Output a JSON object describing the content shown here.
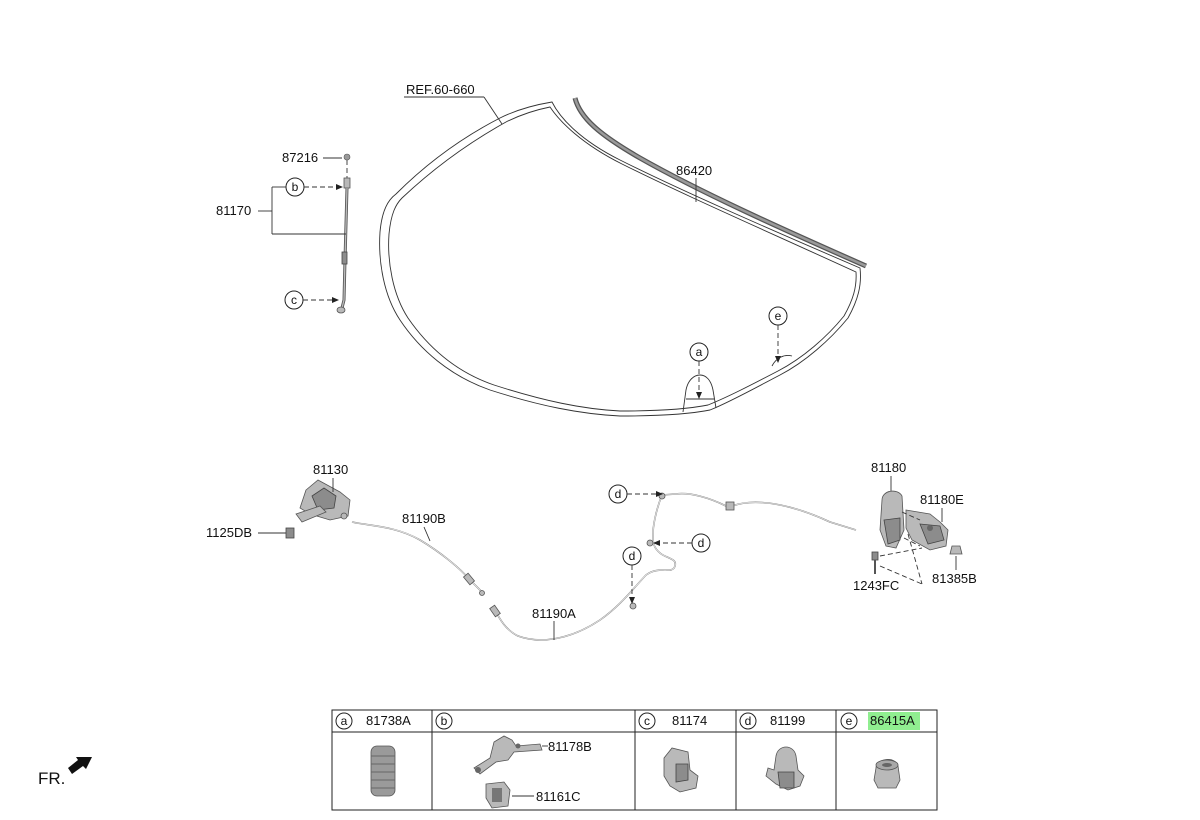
{
  "labels": {
    "ref": "REF.60-660",
    "hood_seal": "86420",
    "grommet_top": "87216",
    "stay_rod": "81170",
    "latch_release": "81130",
    "bolt_left": "1125DB",
    "cable_b": "81190B",
    "cable_a": "81190A",
    "latch_assy": "81180",
    "latch_e": "81180E",
    "bolt_right": "1243FC",
    "clip_right": "81385B",
    "front": "FR."
  },
  "callouts": {
    "a": "a",
    "b": "b",
    "c": "c",
    "d": "d",
    "e": "e"
  },
  "table": {
    "headers": [
      {
        "letter": "a",
        "part": "81738A"
      },
      {
        "letter": "b",
        "part": ""
      },
      {
        "letter": "c",
        "part": "81174"
      },
      {
        "letter": "d",
        "part": "81199"
      },
      {
        "letter": "e",
        "part": "86415A"
      }
    ],
    "b_parts": {
      "upper": "81178B",
      "lower": "81161C"
    }
  },
  "colors": {
    "highlight": "#90ee90",
    "cable": "#8a8a8a",
    "line": "#333333"
  }
}
